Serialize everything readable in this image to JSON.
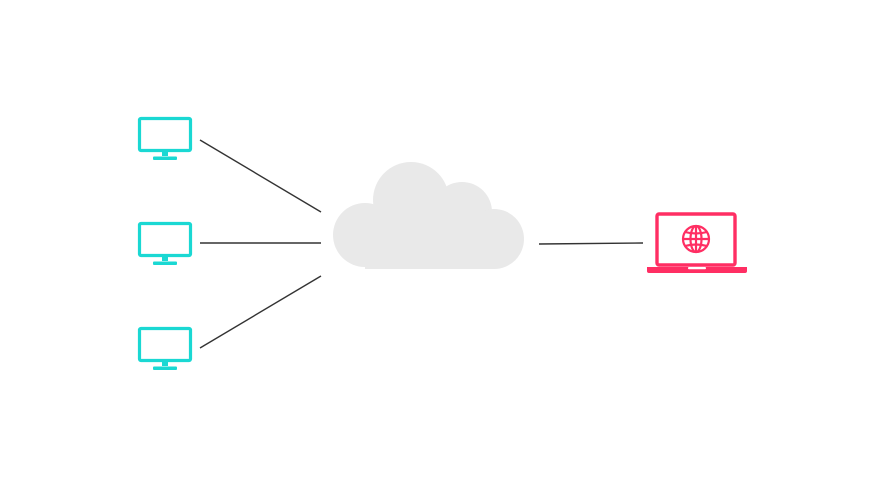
{
  "colors": {
    "background": "#ffffff",
    "client": "#1ad8d3",
    "server": "#ff2e63",
    "cloud": "#e9e9e9",
    "line": "#333333"
  },
  "nodes": {
    "clients": [
      {
        "icon": "desktop-monitor-icon"
      },
      {
        "icon": "desktop-monitor-icon"
      },
      {
        "icon": "desktop-monitor-icon"
      }
    ],
    "network": {
      "icon": "cloud-icon"
    },
    "server": {
      "icon": "laptop-globe-icon"
    }
  },
  "connections": [
    {
      "from": "client-1",
      "to": "network"
    },
    {
      "from": "client-2",
      "to": "network"
    },
    {
      "from": "client-3",
      "to": "network"
    },
    {
      "from": "network",
      "to": "server"
    }
  ]
}
